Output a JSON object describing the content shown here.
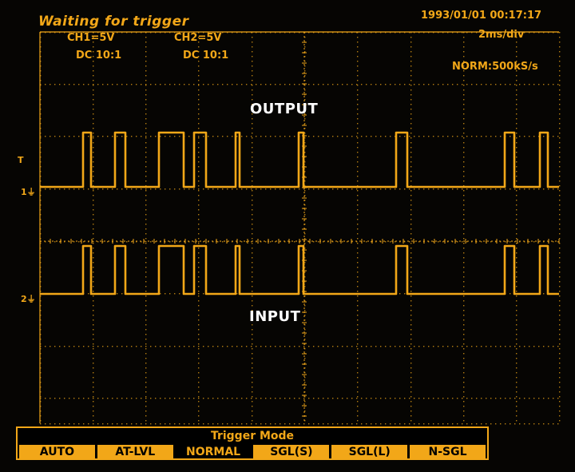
{
  "status": {
    "title": "Waiting for trigger",
    "datetime": "1993/01/01  00:17:17"
  },
  "timebase": "2ms/div",
  "sample_rate": "NORM:500kS/s",
  "channels": [
    {
      "scale": "CH1=5V",
      "coupling": "DC  10:1",
      "ground_marker": "1"
    },
    {
      "scale": "CH2=5V",
      "coupling": "DC  10:1",
      "ground_marker": "2"
    }
  ],
  "trigger_marker": "T",
  "trace_labels": {
    "output": "OUTPUT",
    "input": "INPUT"
  },
  "trigger_menu": {
    "title": "Trigger Mode",
    "buttons": [
      "AUTO",
      "AT-LVL",
      "NORMAL",
      "SGL(S)",
      "SGL(L)",
      "N-SGL"
    ],
    "selected": "NORMAL"
  },
  "colors": {
    "phosphor": "#f2a718",
    "background": "#060503",
    "label": "#ffffff"
  }
}
